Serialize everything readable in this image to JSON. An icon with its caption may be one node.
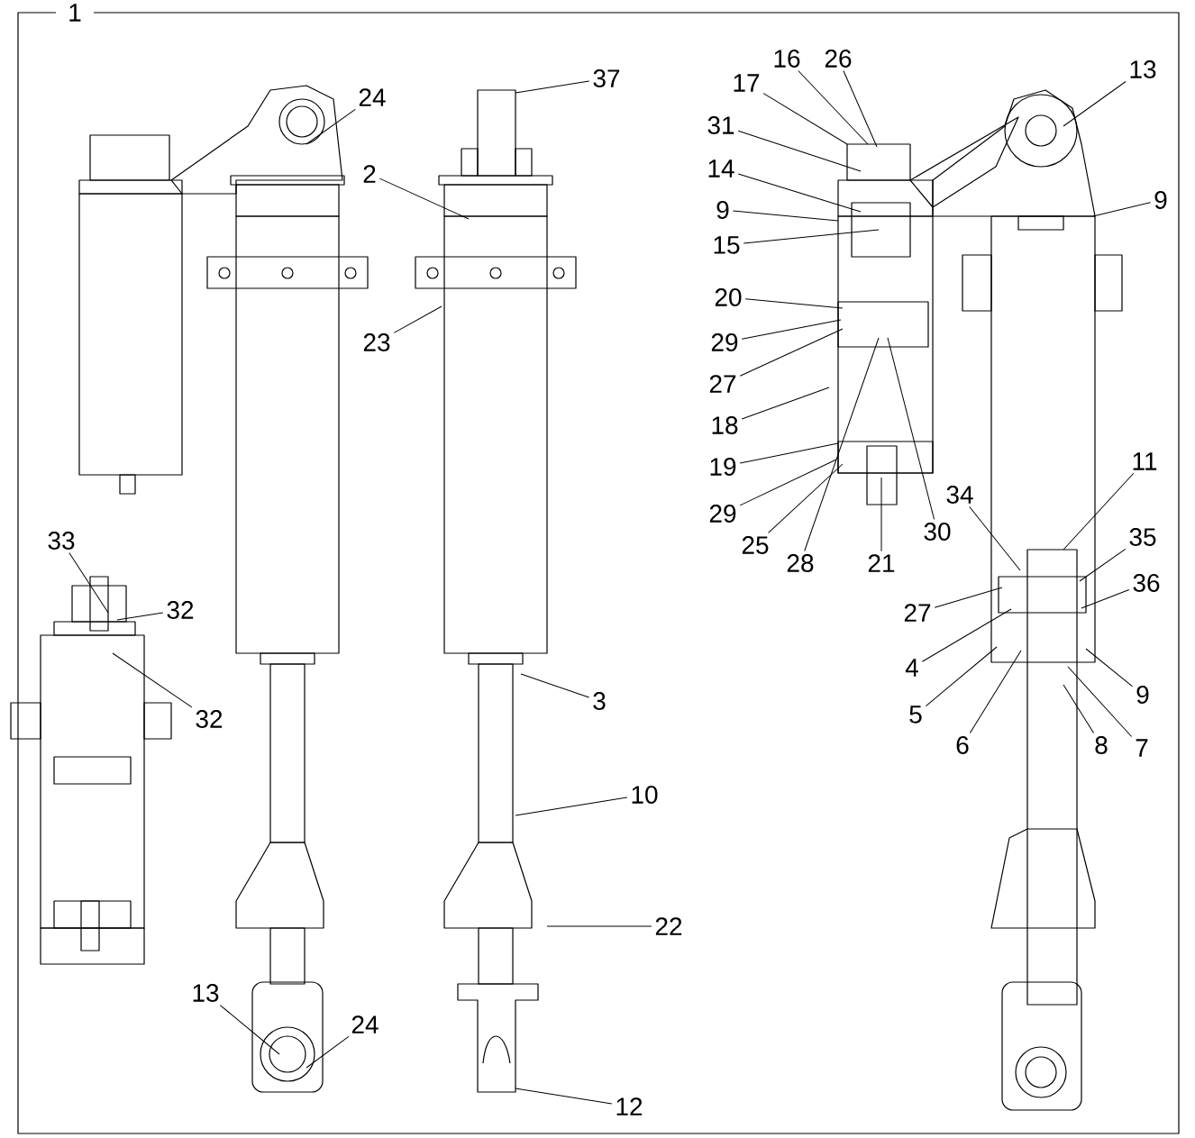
{
  "diagram": {
    "nodes": [
      {
        "text": [
          "24"
        ]
      },
      {
        "text": [
          "2"
        ]
      },
      {
        "text": [
          "37"
        ]
      },
      {
        "text": [
          "23"
        ]
      },
      {
        "text": [
          "3"
        ]
      },
      {
        "text": [
          "10"
        ]
      },
      {
        "text": [
          "22"
        ]
      },
      {
        "text": [
          "12"
        ]
      },
      {
        "text": [
          "13"
        ]
      },
      {
        "text": [
          "24"
        ]
      },
      {
        "text": [
          "33"
        ]
      },
      {
        "text": [
          "32"
        ]
      },
      {
        "text": [
          "32"
        ]
      },
      {
        "text": [
          "17"
        ]
      },
      {
        "text": [
          "16"
        ]
      },
      {
        "text": [
          "26"
        ]
      },
      {
        "text": [
          "31"
        ]
      },
      {
        "text": [
          "14"
        ]
      },
      {
        "text": [
          "9"
        ]
      },
      {
        "text": [
          "15"
        ]
      },
      {
        "text": [
          "20"
        ]
      },
      {
        "text": [
          "29"
        ]
      },
      {
        "text": [
          "27"
        ]
      },
      {
        "text": [
          "18"
        ]
      },
      {
        "text": [
          "19"
        ]
      },
      {
        "text": [
          "29"
        ]
      },
      {
        "text": [
          "25"
        ]
      },
      {
        "text": [
          "28"
        ]
      },
      {
        "text": [
          "30"
        ]
      },
      {
        "text": [
          "21"
        ]
      },
      {
        "text": [
          "13"
        ]
      },
      {
        "text": [
          "9"
        ]
      },
      {
        "text": [
          "11"
        ]
      },
      {
        "text": [
          "34"
        ]
      },
      {
        "text": [
          "35"
        ]
      },
      {
        "text": [
          "36"
        ]
      },
      {
        "text": [
          "27"
        ]
      },
      {
        "text": [
          "4"
        ]
      },
      {
        "text": [
          "5"
        ]
      },
      {
        "text": [
          "6"
        ]
      },
      {
        "text": [
          "8"
        ]
      },
      {
        "text": [
          "7"
        ]
      },
      {
        "text": [
          "9"
        ]
      }
    ],
    "edges": [
      {
        "from": 0,
        "to": null,
        "arrow": "none"
      },
      {
        "from": 1,
        "to": null,
        "arrow": "none"
      },
      {
        "from": 2,
        "to": null,
        "arrow": "none"
      },
      {
        "from": 3,
        "to": null,
        "arrow": "none"
      },
      {
        "from": 4,
        "to": null,
        "arrow": "none"
      },
      {
        "from": 5,
        "to": null,
        "arrow": "none"
      },
      {
        "from": 6,
        "to": null,
        "arrow": "none"
      },
      {
        "from": 7,
        "to": null,
        "arrow": "none"
      },
      {
        "from": 8,
        "to": null,
        "arrow": "none"
      },
      {
        "from": 9,
        "to": null,
        "arrow": "none"
      },
      {
        "from": 10,
        "to": null,
        "arrow": "none"
      },
      {
        "from": 11,
        "to": null,
        "arrow": "none"
      },
      {
        "from": 12,
        "to": null,
        "arrow": "none"
      },
      {
        "from": 13,
        "to": null,
        "arrow": "none"
      },
      {
        "from": 14,
        "to": null,
        "arrow": "none"
      },
      {
        "from": 15,
        "to": null,
        "arrow": "none"
      },
      {
        "from": 16,
        "to": null,
        "arrow": "none"
      },
      {
        "from": 17,
        "to": null,
        "arrow": "none"
      },
      {
        "from": 18,
        "to": null,
        "arrow": "none"
      },
      {
        "from": 19,
        "to": null,
        "arrow": "none"
      },
      {
        "from": 20,
        "to": null,
        "arrow": "none"
      },
      {
        "from": 21,
        "to": null,
        "arrow": "none"
      },
      {
        "from": 22,
        "to": null,
        "arrow": "none"
      },
      {
        "from": 23,
        "to": null,
        "arrow": "none"
      },
      {
        "from": 24,
        "to": null,
        "arrow": "none"
      },
      {
        "from": 25,
        "to": null,
        "arrow": "none"
      },
      {
        "from": 26,
        "to": null,
        "arrow": "none"
      },
      {
        "from": 27,
        "to": null,
        "arrow": "none"
      },
      {
        "from": 28,
        "to": null,
        "arrow": "none"
      },
      {
        "from": 29,
        "to": null,
        "arrow": "none"
      },
      {
        "from": 30,
        "to": null,
        "arrow": "none"
      },
      {
        "from": 31,
        "to": null,
        "arrow": "none"
      },
      {
        "from": 32,
        "to": null,
        "arrow": "none"
      },
      {
        "from": 33,
        "to": null,
        "arrow": "none"
      },
      {
        "from": 34,
        "to": null,
        "arrow": "none"
      },
      {
        "from": 35,
        "to": null,
        "arrow": "none"
      },
      {
        "from": 36,
        "to": null,
        "arrow": "none"
      },
      {
        "from": 37,
        "to": null,
        "arrow": "none"
      },
      {
        "from": 38,
        "to": null,
        "arrow": "none"
      },
      {
        "from": 39,
        "to": null,
        "arrow": "none"
      },
      {
        "from": 40,
        "to": null,
        "arrow": "none"
      },
      {
        "from": 41,
        "to": null,
        "arrow": "none"
      },
      {
        "from": 42,
        "to": null,
        "arrow": "none"
      }
    ],
    "labels": [
      "1"
    ]
  }
}
